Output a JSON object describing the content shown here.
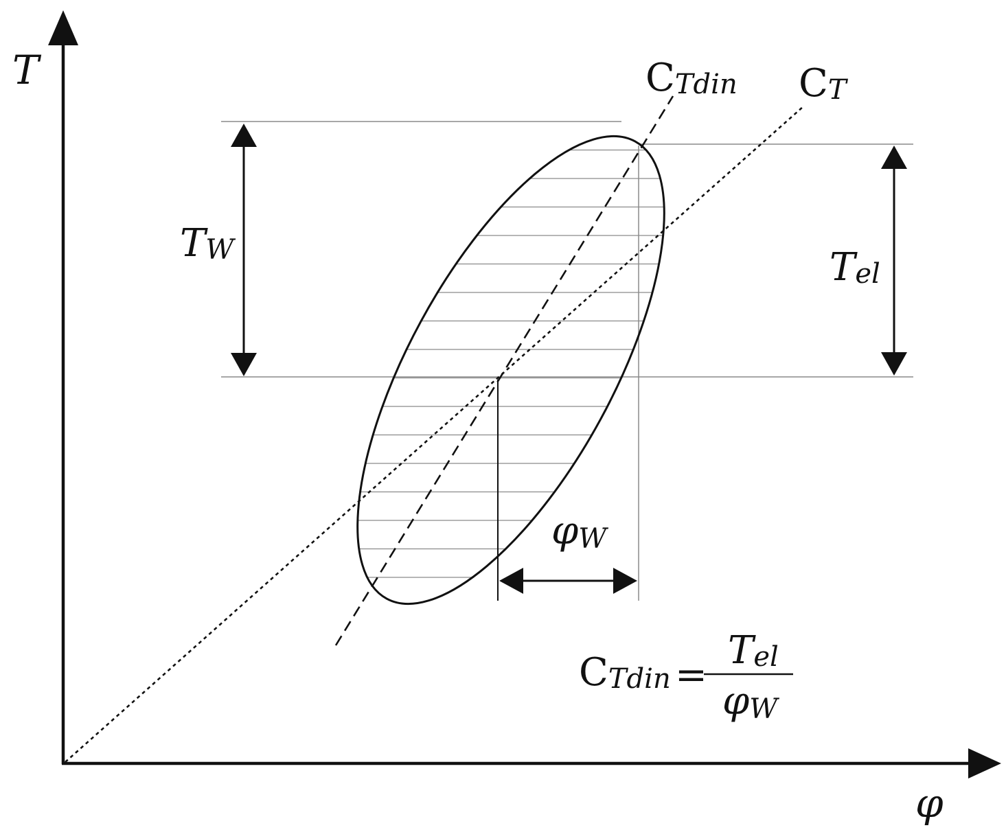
{
  "colors": {
    "ink": "#111111",
    "guide": "#8a8a8a",
    "background": "#ffffff"
  },
  "axes": {
    "y_label": "T",
    "x_label": "φ"
  },
  "lines": {
    "dynamic": {
      "main": "C",
      "sub": "Tdin"
    },
    "static": {
      "main": "C",
      "sub": "T"
    }
  },
  "dimensions": {
    "tw": {
      "main": "T",
      "sub": "W"
    },
    "tel": {
      "main": "T",
      "sub": "el"
    },
    "phiw": {
      "main": "φ",
      "sub": "W"
    }
  },
  "formula": {
    "lhs_main": "C",
    "lhs_sub": "Tdin",
    "equals": "=",
    "num_main": "T",
    "num_sub": "el",
    "den_main": "φ",
    "den_sub": "W"
  }
}
